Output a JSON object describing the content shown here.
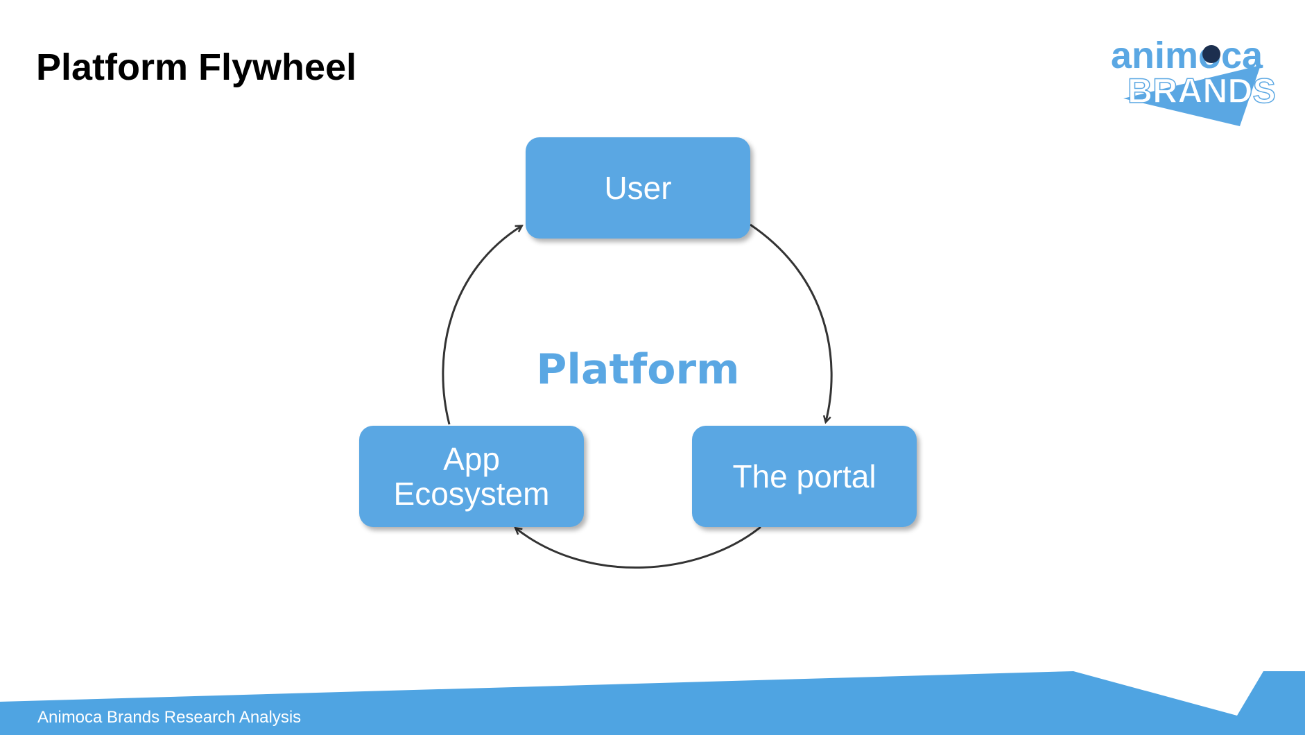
{
  "slide": {
    "title": "Platform Flywheel",
    "footer_text": "Animoca Brands Research Analysis"
  },
  "logo": {
    "line1": "animoca",
    "line2": "BRANDS"
  },
  "diagram": {
    "center_label": "Platform",
    "nodes": {
      "user": "User",
      "app_line1": "App",
      "app_line2": "Ecosystem",
      "portal": "The portal"
    }
  },
  "colors": {
    "accent": "#5aa7e3",
    "footer": "#4fa4e2",
    "arrow": "#333333",
    "title": "#000000"
  }
}
